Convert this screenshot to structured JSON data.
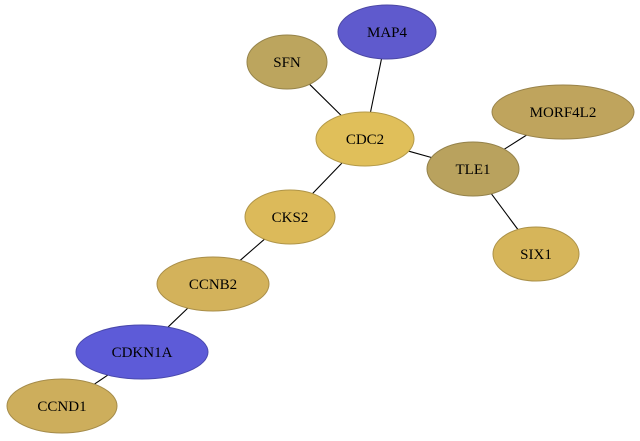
{
  "graph": {
    "nodes": [
      {
        "id": "MAP4",
        "label": "MAP4",
        "color": "#5f5acd"
      },
      {
        "id": "SFN",
        "label": "SFN",
        "color": "#bca55e"
      },
      {
        "id": "CDC2",
        "label": "CDC2",
        "color": "#e0bf5a"
      },
      {
        "id": "MORF4L2",
        "label": "MORF4L2",
        "color": "#bfa45d"
      },
      {
        "id": "TLE1",
        "label": "TLE1",
        "color": "#b9a25e"
      },
      {
        "id": "CKS2",
        "label": "CKS2",
        "color": "#dcba5a"
      },
      {
        "id": "SIX1",
        "label": "SIX1",
        "color": "#d6b55a"
      },
      {
        "id": "CCNB2",
        "label": "CCNB2",
        "color": "#d3b25b"
      },
      {
        "id": "CDKN1A",
        "label": "CDKN1A",
        "color": "#5d5bd8"
      },
      {
        "id": "CCND1",
        "label": "CCND1",
        "color": "#cdae5c"
      }
    ],
    "edges": [
      {
        "source": "SFN",
        "target": "CDC2"
      },
      {
        "source": "MAP4",
        "target": "CDC2"
      },
      {
        "source": "CDC2",
        "target": "TLE1"
      },
      {
        "source": "TLE1",
        "target": "MORF4L2"
      },
      {
        "source": "TLE1",
        "target": "SIX1"
      },
      {
        "source": "CDC2",
        "target": "CKS2"
      },
      {
        "source": "CKS2",
        "target": "CCNB2"
      },
      {
        "source": "CCNB2",
        "target": "CDKN1A"
      },
      {
        "source": "CDKN1A",
        "target": "CCND1"
      }
    ]
  }
}
